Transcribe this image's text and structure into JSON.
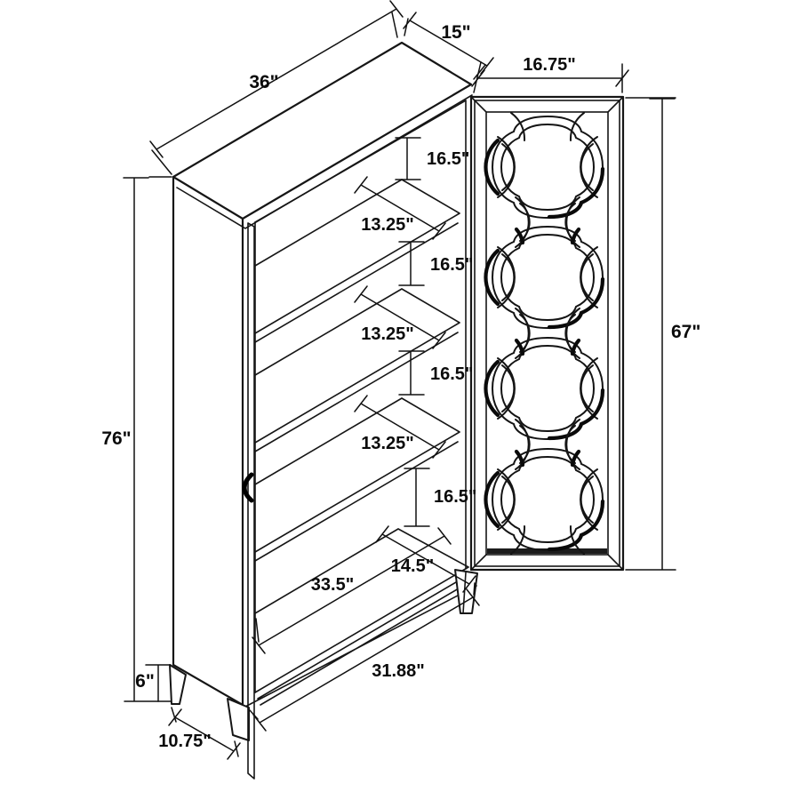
{
  "dims": {
    "top_width": "36\"",
    "top_depth": "15\"",
    "door_width": "16.75\"",
    "door_height": "67\"",
    "overall_height": "76\"",
    "leg_height": "6\"",
    "leg_depth": "10.75\"",
    "shelf_spacing": [
      "16.5\"",
      "16.5\"",
      "16.5\"",
      "16.5\""
    ],
    "shelf_depth": [
      "13.25\"",
      "13.25\"",
      "13.25\""
    ],
    "bottom_shelf_depth": "14.5\"",
    "interior_width": "33.5\"",
    "base_front_width": "31.88\""
  },
  "colors": {
    "line": "#161616",
    "background": "#ffffff"
  }
}
